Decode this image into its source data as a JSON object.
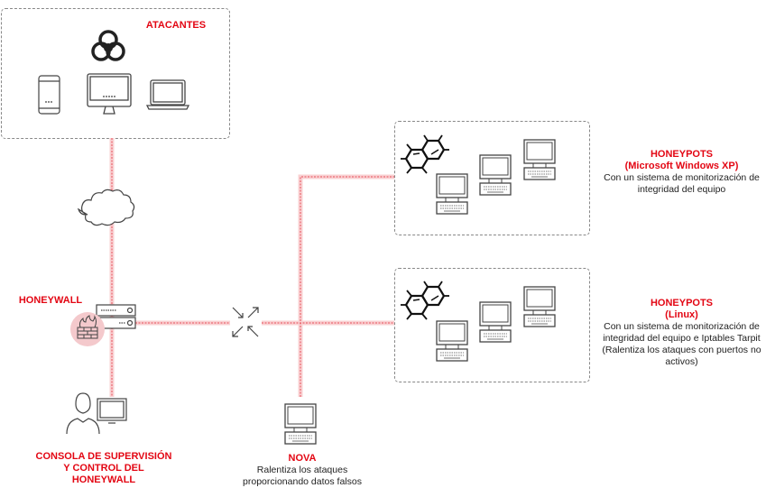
{
  "colors": {
    "accent": "#e30613",
    "link": "#f5b5b8",
    "line": "#555555",
    "firewall_bg": "#f4c9cc"
  },
  "attackers": {
    "title": "ATACANTES",
    "icons": [
      "biohazard-icon",
      "smartphone-icon",
      "desktop-monitor-icon",
      "laptop-icon"
    ]
  },
  "internet": {
    "icon": "cloud-icon"
  },
  "honeywall": {
    "title": "HONEYWALL",
    "icons": [
      "server-icon",
      "firewall-icon"
    ]
  },
  "switch": {
    "icon": "switch-arrows-icon"
  },
  "console": {
    "title_lines": [
      "CONSOLA DE SUPERVISIÓN",
      "Y CONTROL DEL",
      "HONEYWALL"
    ],
    "icons": [
      "operator-icon",
      "monitor-icon"
    ]
  },
  "nova": {
    "title": "NOVA",
    "desc_lines": [
      "Ralentiza los ataques",
      "proporcionando datos falsos"
    ]
  },
  "honeypots_xp": {
    "title": "HONEYPOTS",
    "subtitle": "(Microsoft Windows XP)",
    "desc_lines": [
      "Con un sistema de monitorización de",
      "integridad del equipo"
    ]
  },
  "honeypots_linux": {
    "title": "HONEYPOTS",
    "subtitle": "(Linux)",
    "desc_lines": [
      "Con un sistema de monitorización de",
      "integridad del equipo e Iptables Tarpit",
      "(Ralentiza los ataques con puertos no",
      "activos)"
    ]
  }
}
